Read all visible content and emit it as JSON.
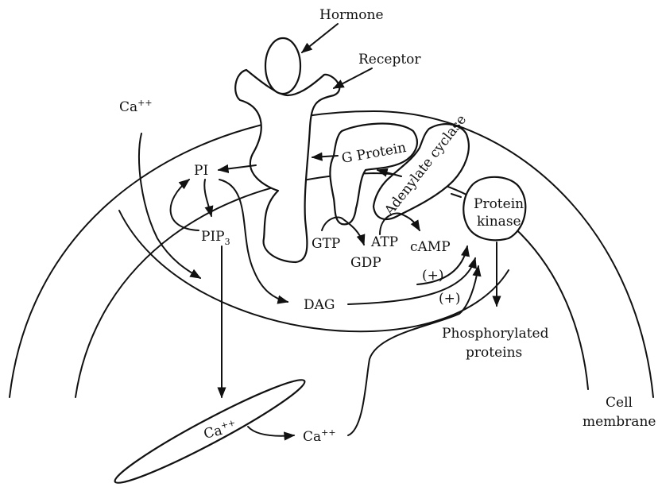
{
  "labels": {
    "hormone": "Hormone",
    "receptor": "Receptor",
    "ca_base": "Ca",
    "ca_sup": "++",
    "g_protein": "G Protein",
    "adenylate_cyclase": "Adenylate cyclase",
    "pi": "PI",
    "pip_base": "PIP",
    "pip_sub": "3",
    "gtp": "GTP",
    "gdp": "GDP",
    "atp": "ATP",
    "camp": "cAMP",
    "protein_kinase_line1": "Protein",
    "protein_kinase_line2": "kinase",
    "dag": "DAG",
    "plus_upper": "(+)",
    "plus_lower": "(+)",
    "phosphorylated_line1": "Phosphorylated",
    "phosphorylated_line2": "proteins",
    "cell_membrane_line1": "Cell",
    "cell_membrane_line2": "membrane"
  },
  "colors": {
    "ink": "#111111",
    "background": "#ffffff"
  }
}
